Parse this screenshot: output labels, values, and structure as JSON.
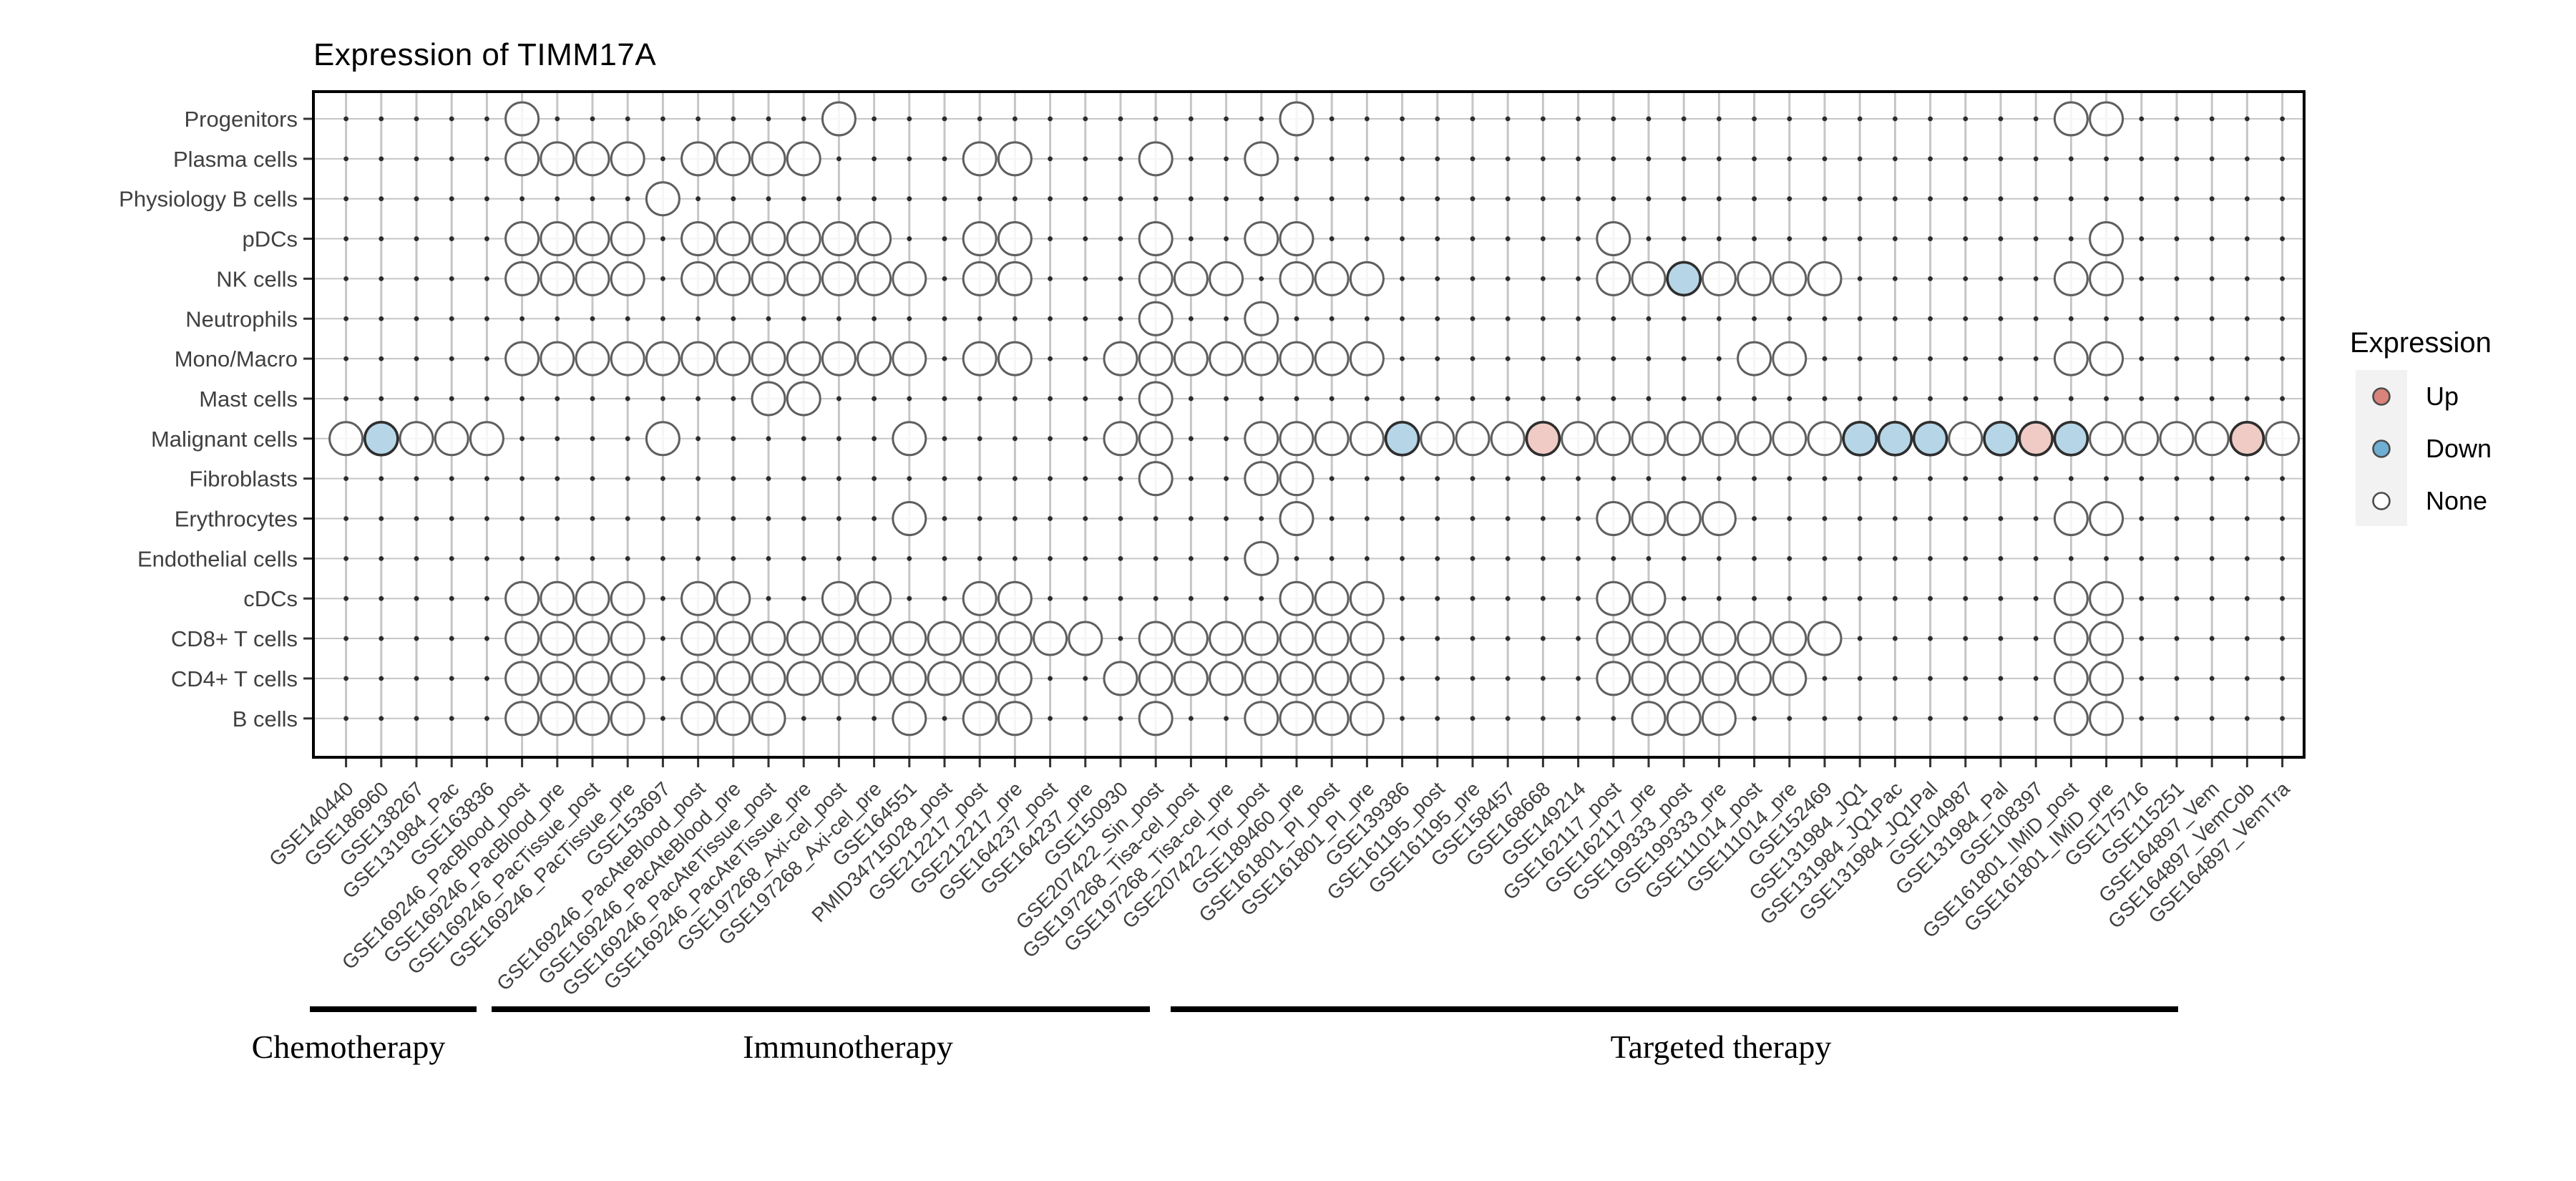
{
  "title": "Expression of TIMM17A",
  "legend": {
    "title": "Expression",
    "items": [
      {
        "label": "Up",
        "key_color": "#d8837b"
      },
      {
        "label": "Down",
        "key_color": "#6fafd4"
      },
      {
        "label": "None",
        "key_color": "#ffffff"
      }
    ],
    "key_background": "#f2f2f2"
  },
  "colors": {
    "up_fill": "#f0cbc5",
    "down_fill": "#b6d6e8",
    "none_fill": "#ffffff",
    "none_stroke": "#5f5f5f",
    "marked_stroke": "#2e2e2e",
    "grid": "#c6c6c6",
    "axis_text": "#404040",
    "tiny_point": "#2b2b2b",
    "panel_border": "#000000"
  },
  "chart_data": {
    "type": "heatmap",
    "subtype": "dot-matrix",
    "title": "Expression of TIMM17A",
    "xlabel": "",
    "ylabel": "",
    "legend_position": "right",
    "grid": true,
    "value_encoding": {
      "up": "Up",
      "down": "Down",
      "none": "None"
    },
    "rows": [
      "Progenitors",
      "Plasma cells",
      "Physiology B cells",
      "pDCs",
      "NK cells",
      "Neutrophils",
      "Mono/Macro",
      "Mast cells",
      "Malignant cells",
      "Fibroblasts",
      "Erythrocytes",
      "Endothelial cells",
      "cDCs",
      "CD8+ T cells",
      "CD4+ T cells",
      "B cells"
    ],
    "columns": [
      "GSE140440",
      "GSE186960",
      "GSE138267",
      "GSE131984_Pac",
      "GSE163836",
      "GSE169246_PacBlood_post",
      "GSE169246_PacBlood_pre",
      "GSE169246_PacTissue_post",
      "GSE169246_PacTissue_pre",
      "GSE153697",
      "GSE169246_PacAteBlood_post",
      "GSE169246_PacAteBlood_pre",
      "GSE169246_PacAteTissue_post",
      "GSE169246_PacAteTissue_pre",
      "GSE197268_Axi-cel_post",
      "GSE197268_Axi-cel_pre",
      "GSE164551",
      "PMID34715028_post",
      "GSE212217_post",
      "GSE212217_pre",
      "GSE164237_post",
      "GSE164237_pre",
      "GSE150930",
      "GSE207422_Sin_post",
      "GSE197268_Tisa-cel_post",
      "GSE197268_Tisa-cel_pre",
      "GSE207422_Tor_post",
      "GSE189460_pre",
      "GSE161801_PI_post",
      "GSE161801_PI_pre",
      "GSE139386",
      "GSE161195_post",
      "GSE161195_pre",
      "GSE158457",
      "GSE168668",
      "GSE149214",
      "GSE162117_post",
      "GSE162117_pre",
      "GSE199333_post",
      "GSE199333_pre",
      "GSE111014_post",
      "GSE111014_pre",
      "GSE152469",
      "GSE131984_JQ1",
      "GSE131984_JQ1Pac",
      "GSE131984_JQ1Pal",
      "GSE104987",
      "GSE131984_Pal",
      "GSE108397",
      "GSE161801_IMiD_post",
      "GSE161801_IMiD_pre",
      "GSE175716",
      "GSE115251",
      "GSE164897_Vem",
      "GSE164897_VemCob",
      "GSE164897_VemTra"
    ],
    "dots": [
      {
        "cell_type": "Progenitors",
        "none": [
          6,
          15,
          28,
          50,
          51
        ],
        "up": [],
        "down": []
      },
      {
        "cell_type": "Plasma cells",
        "none": [
          6,
          7,
          8,
          9,
          11,
          12,
          13,
          14,
          19,
          20,
          24,
          27
        ],
        "up": [],
        "down": []
      },
      {
        "cell_type": "Physiology B cells",
        "none": [
          10
        ],
        "up": [],
        "down": []
      },
      {
        "cell_type": "pDCs",
        "none": [
          6,
          7,
          8,
          9,
          11,
          12,
          13,
          14,
          15,
          16,
          19,
          20,
          24,
          27,
          28,
          37,
          51
        ],
        "up": [],
        "down": []
      },
      {
        "cell_type": "NK cells",
        "none": [
          6,
          7,
          8,
          9,
          11,
          12,
          13,
          14,
          15,
          16,
          17,
          19,
          20,
          24,
          25,
          26,
          28,
          29,
          30,
          37,
          38,
          40,
          41,
          42,
          43,
          50,
          51
        ],
        "up": [],
        "down": [
          39
        ]
      },
      {
        "cell_type": "Neutrophils",
        "none": [
          24,
          27
        ],
        "up": [],
        "down": []
      },
      {
        "cell_type": "Mono/Macro",
        "none": [
          6,
          7,
          8,
          9,
          10,
          11,
          12,
          13,
          14,
          15,
          16,
          17,
          19,
          20,
          23,
          24,
          25,
          26,
          27,
          28,
          29,
          30,
          41,
          42,
          50,
          51
        ],
        "up": [],
        "down": []
      },
      {
        "cell_type": "Mast cells",
        "none": [
          13,
          14,
          24
        ],
        "up": [],
        "down": []
      },
      {
        "cell_type": "Malignant cells",
        "none": [
          1,
          3,
          4,
          5,
          10,
          17,
          23,
          24,
          27,
          28,
          29,
          30,
          32,
          33,
          34,
          36,
          37,
          38,
          39,
          40,
          41,
          42,
          43,
          47,
          51,
          52,
          53,
          54,
          56
        ],
        "up": [
          35,
          49,
          55
        ],
        "down": [
          2,
          31,
          44,
          45,
          46,
          48,
          50
        ]
      },
      {
        "cell_type": "Fibroblasts",
        "none": [
          24,
          27,
          28
        ],
        "up": [],
        "down": []
      },
      {
        "cell_type": "Erythrocytes",
        "none": [
          17,
          28,
          37,
          38,
          39,
          40,
          50,
          51
        ],
        "up": [],
        "down": []
      },
      {
        "cell_type": "Endothelial cells",
        "none": [
          27
        ],
        "up": [],
        "down": []
      },
      {
        "cell_type": "cDCs",
        "none": [
          6,
          7,
          8,
          9,
          11,
          12,
          15,
          16,
          19,
          20,
          28,
          29,
          30,
          37,
          38,
          50,
          51
        ],
        "up": [],
        "down": []
      },
      {
        "cell_type": "CD8+ T cells",
        "none": [
          6,
          7,
          8,
          9,
          11,
          12,
          13,
          14,
          15,
          16,
          17,
          18,
          19,
          20,
          21,
          22,
          24,
          25,
          26,
          27,
          28,
          29,
          30,
          37,
          38,
          39,
          40,
          41,
          42,
          43,
          50,
          51
        ],
        "up": [],
        "down": []
      },
      {
        "cell_type": "CD4+ T cells",
        "none": [
          6,
          7,
          8,
          9,
          11,
          12,
          13,
          14,
          15,
          16,
          17,
          18,
          19,
          20,
          23,
          24,
          25,
          26,
          27,
          28,
          29,
          30,
          37,
          38,
          39,
          40,
          41,
          42,
          50,
          51
        ],
        "up": [],
        "down": []
      },
      {
        "cell_type": "B cells",
        "none": [
          6,
          7,
          8,
          9,
          11,
          12,
          13,
          17,
          19,
          20,
          24,
          27,
          28,
          29,
          30,
          38,
          39,
          40,
          50,
          51
        ],
        "up": [],
        "down": []
      }
    ],
    "groups": [
      {
        "label": "Chemotherapy",
        "columns": [
          1,
          5
        ]
      },
      {
        "label": "Immunotherapy",
        "columns": [
          6,
          23
        ]
      },
      {
        "label": "Targeted therapy",
        "columns": [
          24,
          52
        ]
      }
    ]
  }
}
